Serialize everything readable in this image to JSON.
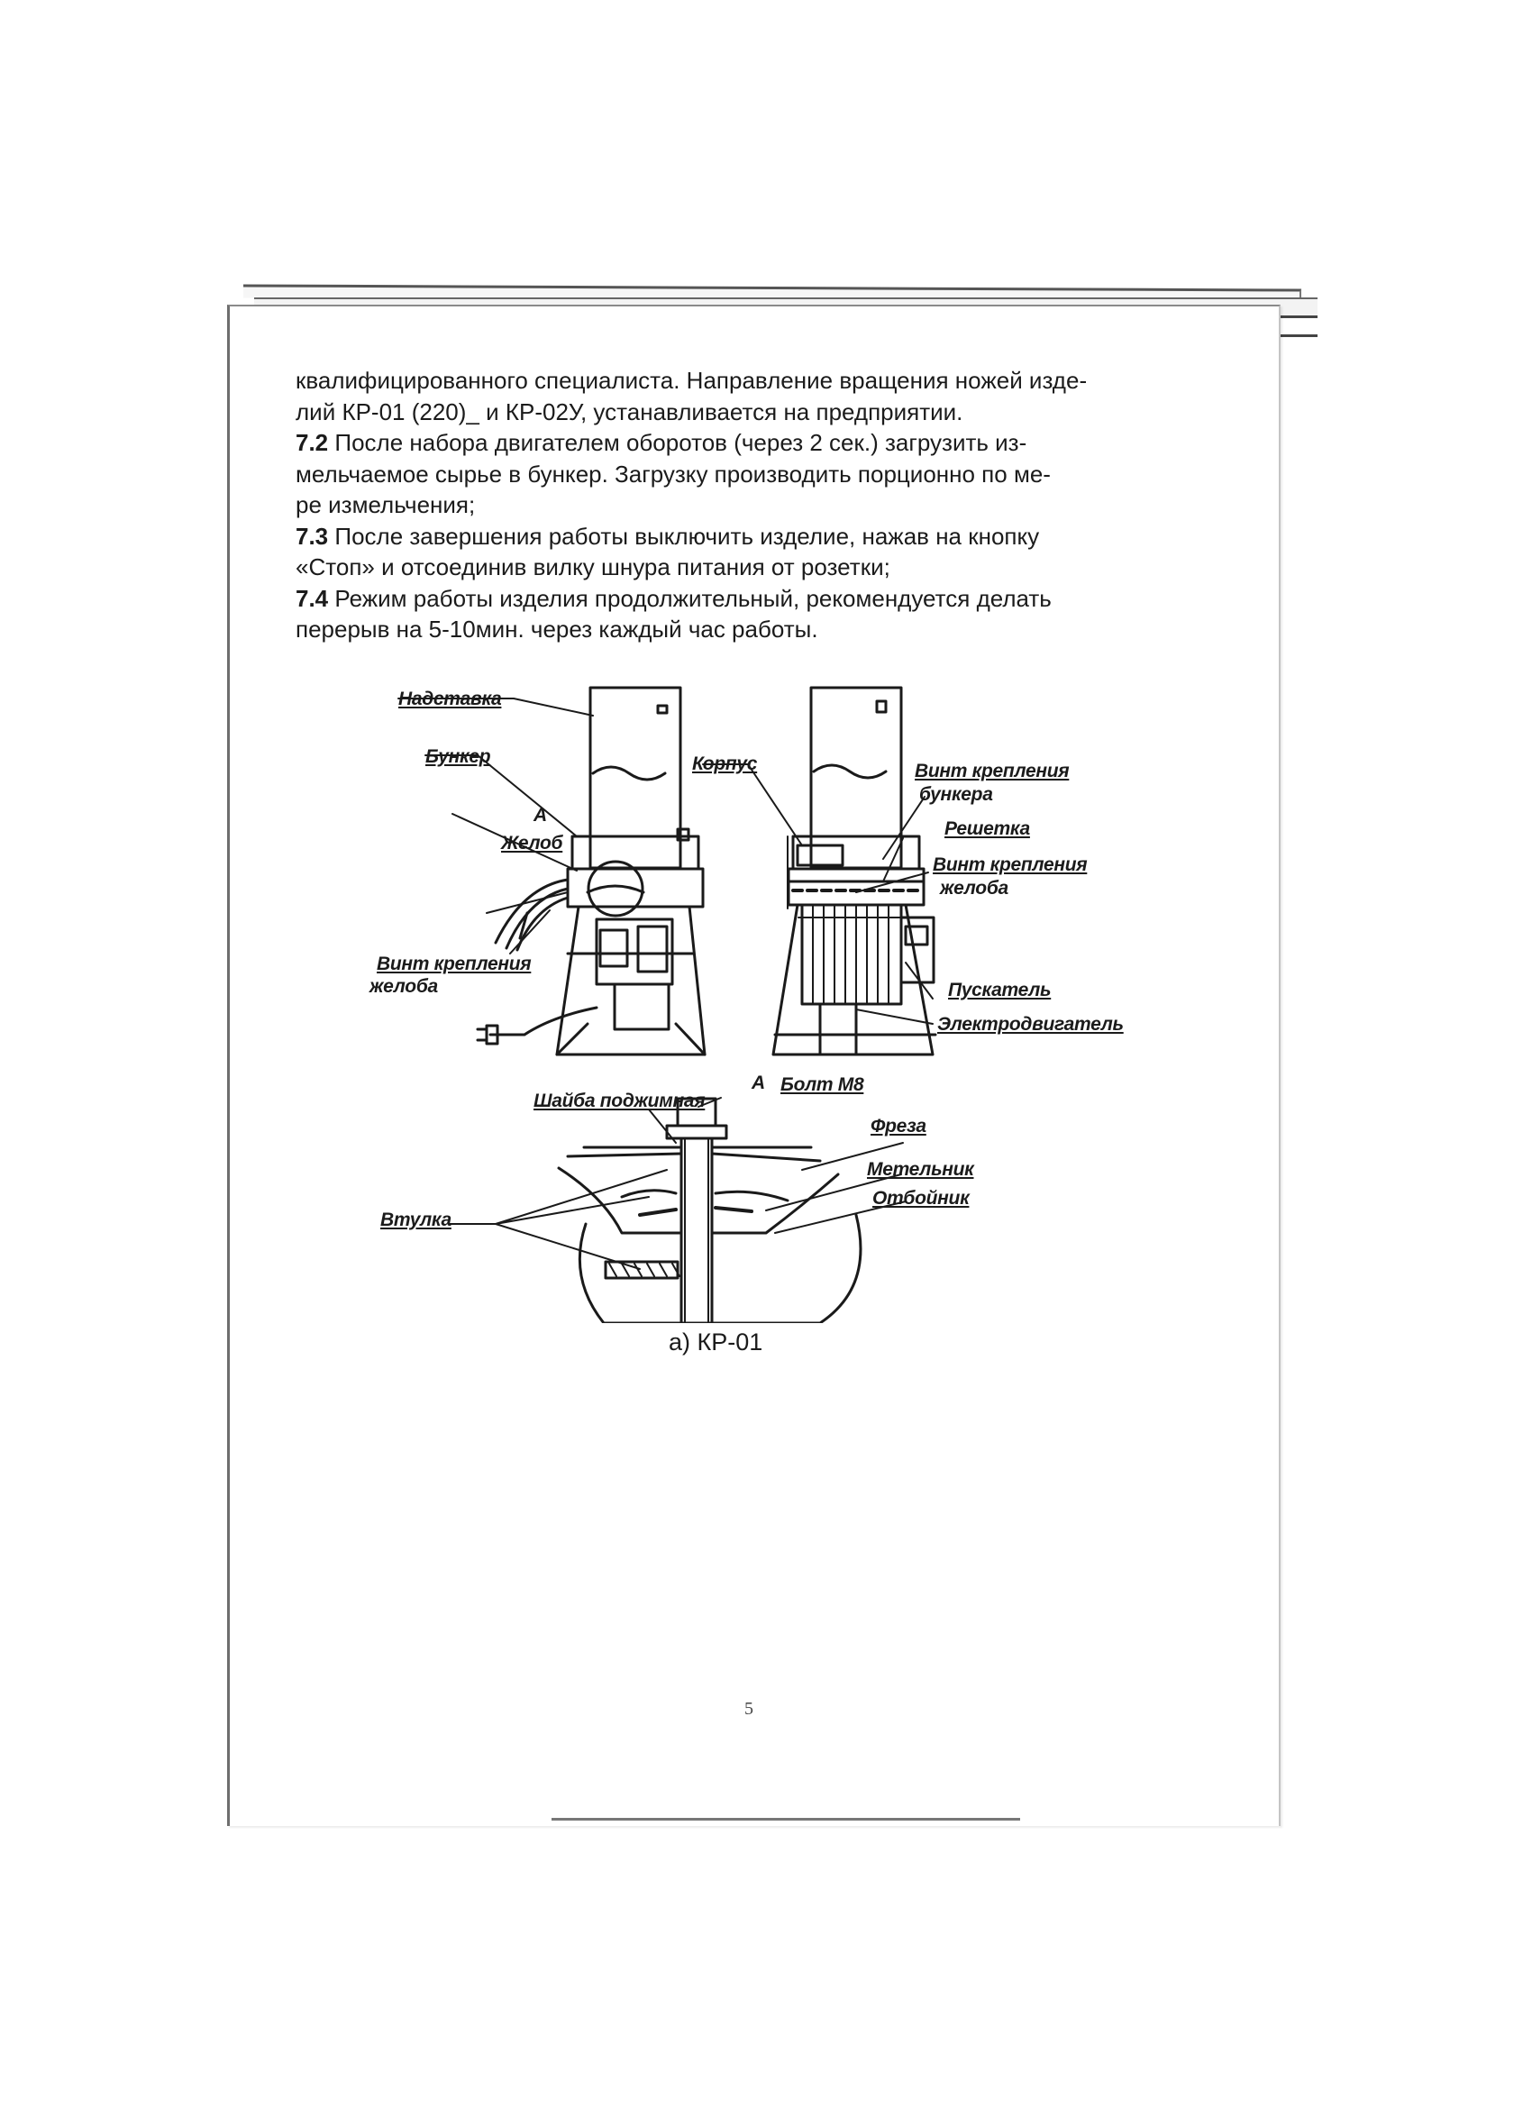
{
  "text": {
    "line1": "квалифицированного специалиста. Направление вращения ножей изде-",
    "line2": "лий КР-01 (220)_ и КР-02У, устанавливается на предприятии.",
    "s72_num": "7.2",
    "s72_l1": " После набора двигателем оборотов (через 2 сек.) загрузить из-",
    "s72_l2": "мельчаемое сырье в бункер. Загрузку производить порционно по ме-",
    "s72_l3": "ре измельчения;",
    "s73_num": "7.3",
    "s73_l1": " После завершения работы выключить изделие, нажав на кнопку",
    "s73_l2": "«Стоп» и отсоединив вилку шнура питания от розетки;",
    "s74_num": "7.4",
    "s74_l1": " Режим работы изделия продолжительный, рекомендуется делать",
    "s74_l2": "перерыв на 5-10мин. через каждый час работы."
  },
  "diagram": {
    "labels": {
      "nadstavka": "Надставка",
      "bunker": "Бункер",
      "a_top": "А",
      "zhelob": "Желоб",
      "vint_zheloba_left_1": "Винт крепления",
      "vint_zheloba_left_2": "желоба",
      "korpus": "Корпус",
      "vint_bunkera_1": "Винт крепления",
      "vint_bunkera_2": "бункера",
      "reshetka": "Решетка",
      "vint_zheloba_right_1": "Винт крепления",
      "vint_zheloba_right_2": "желоба",
      "puskatel": "Пускатель",
      "elektrodvigatel": "Электродвигатель",
      "a_detail": "А",
      "bolt": "Болт М8",
      "shaiba": "Шайба поджимная",
      "freza": "Фреза",
      "metelnik": "Метельник",
      "otboinik": "Отбойник",
      "vtulka": "Втулка"
    },
    "caption": "а) КР-01"
  },
  "page_number": "5"
}
